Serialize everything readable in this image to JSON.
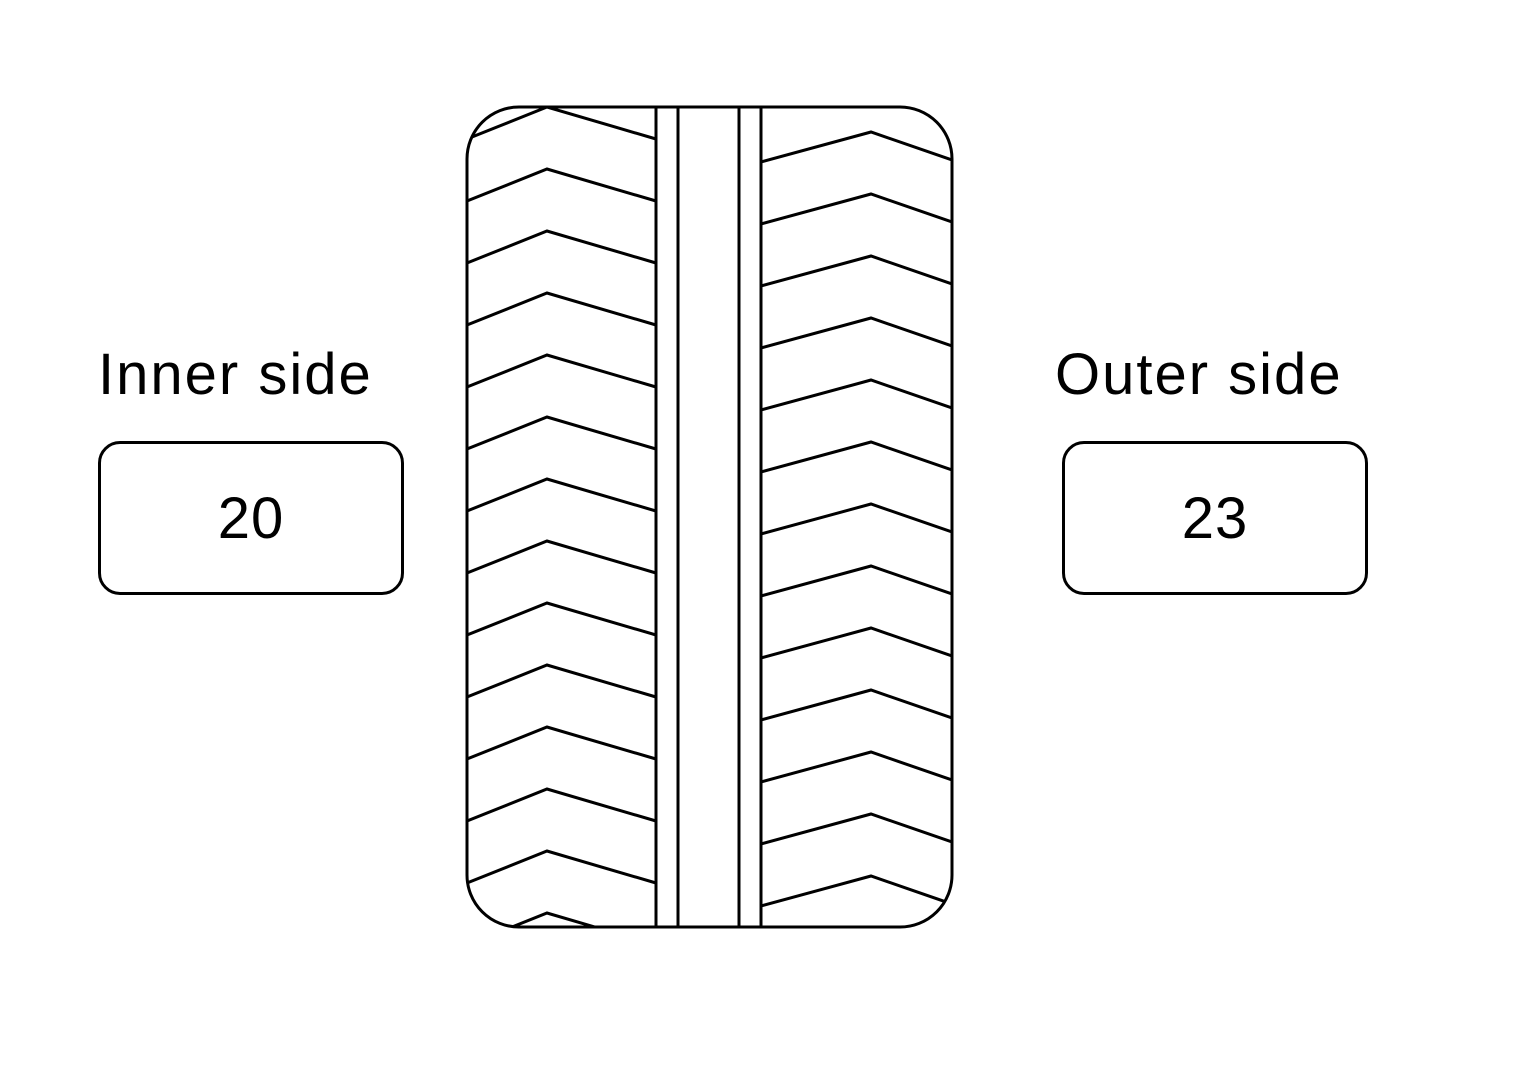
{
  "inner": {
    "label": "Inner side",
    "value": "20"
  },
  "outer": {
    "label": "Outer side",
    "value": "23"
  },
  "colors": {
    "stroke": "#000000",
    "background": "#ffffff"
  },
  "icons": {
    "tire": "tire-tread-icon"
  }
}
